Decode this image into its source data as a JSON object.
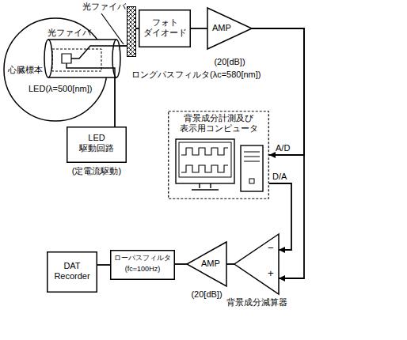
{
  "diagram": {
    "nodes": [
      {
        "text": [
          "心臓標本"
        ]
      },
      {
        "text": [
          "光ファイバ"
        ]
      },
      {
        "text": [
          "ロングパスフィルタ(λc=580[nm])"
        ]
      },
      {
        "text": [
          "フォト ダイオード"
        ]
      },
      {
        "text": [
          "AMP",
          "(20[dB])"
        ]
      },
      {
        "text": [
          "LED 駆動回路",
          "(定電流駆動)"
        ]
      },
      {
        "text": [
          "背景成分計測及び 表示用コンピュータ"
        ]
      },
      {
        "text": [
          "背景成分減算器"
        ]
      },
      {
        "text": [
          "AMP",
          "(20[dB])"
        ]
      },
      {
        "text": [
          "ローパスフィルタ",
          "(fc=100Hz)"
        ]
      },
      {
        "text": [
          "DAT Recorder"
        ]
      }
    ],
    "edges": [
      {
        "from": 1,
        "to": 2,
        "arrow": "none"
      },
      {
        "from": 2,
        "to": 3,
        "arrow": "none"
      },
      {
        "from": 3,
        "to": 4,
        "arrow": "none"
      },
      {
        "from": 4,
        "to": 6,
        "arrow": "to"
      },
      {
        "from": 6,
        "to": 7,
        "arrow": "to"
      },
      {
        "from": 4,
        "to": 7,
        "arrow": "to"
      },
      {
        "from": 7,
        "to": 8,
        "arrow": "none"
      },
      {
        "from": 8,
        "to": 9,
        "arrow": "none"
      },
      {
        "from": 9,
        "to": 10,
        "arrow": "none"
      },
      {
        "from": 5,
        "to": 1,
        "arrow": "none"
      }
    ],
    "labels": [
      "光ファイバ",
      "LED(λ=500[nm])",
      "A/D",
      "D/A",
      "−",
      "+"
    ]
  }
}
